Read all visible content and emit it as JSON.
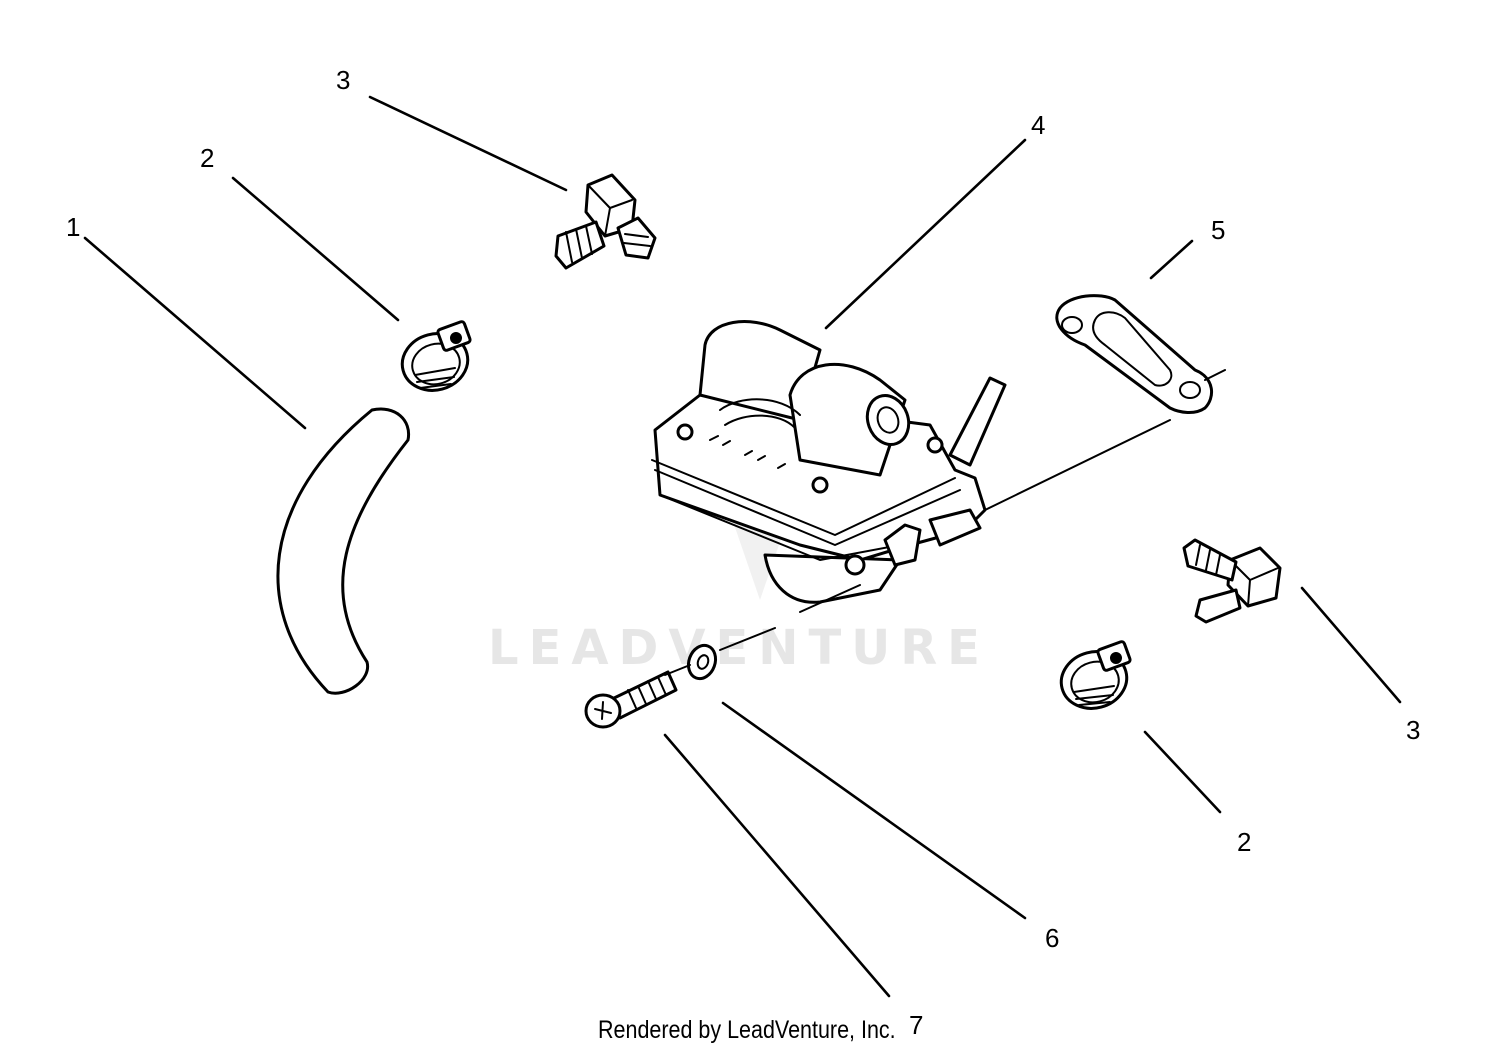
{
  "watermark": {
    "text": "LEADVENTURE"
  },
  "callouts": {
    "hose": "1",
    "clamp_upper": "2",
    "clamp_lower": "2",
    "elbow_upper": "3",
    "elbow_right": "3",
    "fuel_pump": "4",
    "gasket": "5",
    "washer": "6",
    "screw": "7"
  },
  "footer": {
    "credit": "Rendered by LeadVenture, Inc."
  }
}
